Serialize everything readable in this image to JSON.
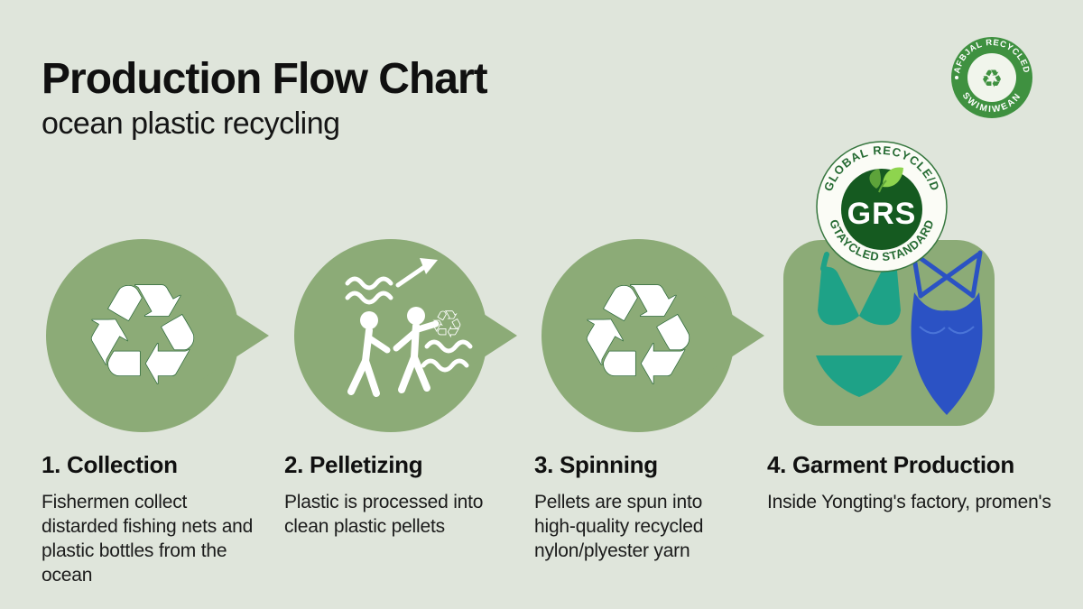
{
  "header": {
    "title": "Production Flow Chart",
    "subtitle": "ocean plastic recycling"
  },
  "badges": {
    "swimwear": {
      "arc_top": "AFBJAL RECYCLED",
      "arc_bottom": "SWIMIWEAN",
      "center_icon": "recycle-icon"
    },
    "grs": {
      "arc_top": "GLOBAL RECYCLE/D",
      "arc_bottom": "GTAYCLED STANDARD",
      "center": "GRS"
    }
  },
  "steps": [
    {
      "heading": "1. Collection",
      "description": "Fishermen collect distarded fishing nets and plastic bottles from the ocean",
      "icon": "recycle-symbol-icon"
    },
    {
      "heading": "2. Pelletizing",
      "description": "Plastic is processed into clean plastic pellets",
      "icon": "people-processing-icon"
    },
    {
      "heading": "3. Spinning",
      "description": "Pellets are spun into high-quality recycled nylon/plyester yarn",
      "icon": "recycle-symbol-icon"
    },
    {
      "heading": "4. Garment Production",
      "description": "Inside Yongting's factory, promen's",
      "icon": "swimwear-icon"
    }
  ],
  "icons": {
    "recycle_glyph": "♻",
    "recycle_outline_glyph": "♲"
  },
  "colors": {
    "background": "#dfe5db",
    "shape_green": "#8cab77",
    "icon_white": "#ffffff",
    "icon_outline_green": "#2f6b3c",
    "badge_ring_green": "#3f9140",
    "grs_dark_green": "#155a20",
    "grs_text_green": "#266b33",
    "leaf_green": "#8ed44e",
    "bikini_teal": "#1ea287",
    "swimsuit_blue": "#2b52c4",
    "text_dark": "#101010"
  }
}
